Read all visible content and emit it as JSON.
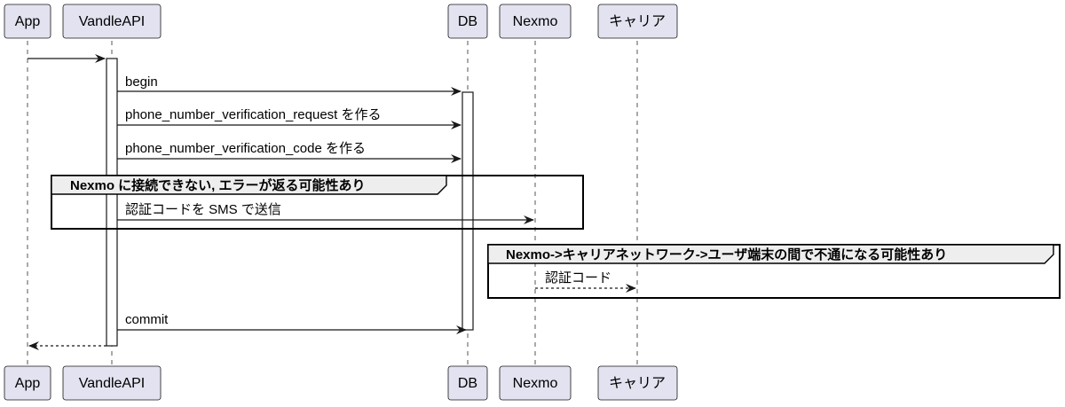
{
  "participants": [
    {
      "id": "app",
      "label": "App"
    },
    {
      "id": "vandle",
      "label": "VandleAPI"
    },
    {
      "id": "db",
      "label": "DB"
    },
    {
      "id": "nexmo",
      "label": "Nexmo"
    },
    {
      "id": "carrier",
      "label": "キャリア"
    }
  ],
  "messages": [
    {
      "id": "m0",
      "from": "app",
      "to": "vandle",
      "label": "",
      "style": "solid"
    },
    {
      "id": "m1",
      "from": "vandle",
      "to": "db",
      "label": "begin",
      "style": "solid"
    },
    {
      "id": "m2",
      "from": "vandle",
      "to": "db",
      "label": "phone_number_verification_request を作る",
      "style": "solid"
    },
    {
      "id": "m3",
      "from": "vandle",
      "to": "db",
      "label": "phone_number_verification_code を作る",
      "style": "solid"
    },
    {
      "id": "m4",
      "from": "vandle",
      "to": "nexmo",
      "label": "認証コードを SMS で送信",
      "style": "solid"
    },
    {
      "id": "m5",
      "from": "nexmo",
      "to": "carrier",
      "label": "認証コード",
      "style": "dashed"
    },
    {
      "id": "m6",
      "from": "vandle",
      "to": "db",
      "label": "commit",
      "style": "solid"
    },
    {
      "id": "m7",
      "from": "vandle",
      "to": "app",
      "label": "",
      "style": "dashed"
    }
  ],
  "frames": [
    {
      "id": "f1",
      "label": "Nexmo に接続できない, エラーが返る可能性あり"
    },
    {
      "id": "f2",
      "label": "Nexmo->キャリアネットワーク->ユーザ端末の間で不通になる可能性あり"
    }
  ]
}
